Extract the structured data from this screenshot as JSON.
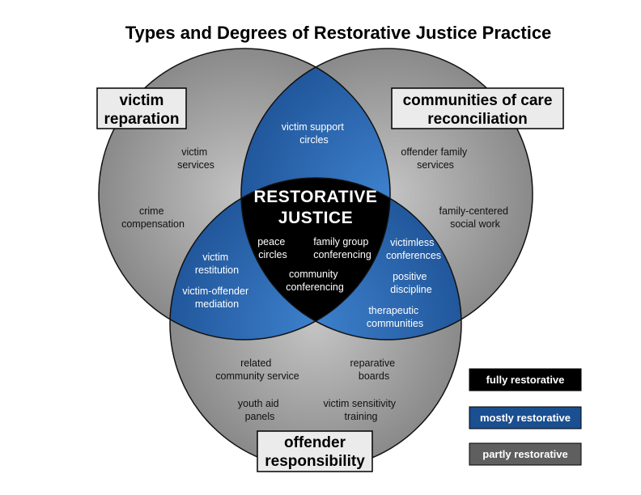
{
  "title": "Types and Degrees of Restorative Justice Practice",
  "center": {
    "line1": "RESTORATIVE",
    "line2": "JUSTICE"
  },
  "circles": {
    "victim": {
      "line1": "victim",
      "line2": "reparation"
    },
    "community": {
      "line1": "communities of care",
      "line2": "reconciliation"
    },
    "offender": {
      "line1": "offender",
      "line2": "responsibility"
    }
  },
  "labels": {
    "victim_services": [
      "victim",
      "services"
    ],
    "crime_compensation": [
      "crime",
      "compensation"
    ],
    "offender_family_services": [
      "offender family",
      "services"
    ],
    "family_centered_social_work": [
      "family-centered",
      "social work"
    ],
    "related_community_service": [
      "related",
      "community service"
    ],
    "reparative_boards": [
      "reparative",
      "boards"
    ],
    "youth_aid_panels": [
      "youth aid",
      "panels"
    ],
    "victim_sensitivity_training": [
      "victim sensitivity",
      "training"
    ],
    "victim_support_circles": [
      "victim support",
      "circles"
    ],
    "victim_restitution": [
      "victim",
      "restitution"
    ],
    "victim_offender_mediation": [
      "victim-offender",
      "mediation"
    ],
    "victimless_conferences": [
      "victimless",
      "conferences"
    ],
    "positive_discipline": [
      "positive",
      "discipline"
    ],
    "therapeutic_communities": [
      "therapeutic",
      "communities"
    ],
    "peace_circles": [
      "peace",
      "circles"
    ],
    "family_group_conferencing": [
      "family group",
      "conferencing"
    ],
    "community_conferencing": [
      "community",
      "conferencing"
    ]
  },
  "legend": [
    {
      "label": "fully restorative",
      "color": "#000000"
    },
    {
      "label": "mostly restorative",
      "color": "#1a4f91"
    },
    {
      "label": "partly restorative",
      "color": "#5f5f5f"
    }
  ],
  "colors": {
    "partly": "#9a9a9a",
    "mostly": "#2d6ab5",
    "fully": "#000000"
  }
}
